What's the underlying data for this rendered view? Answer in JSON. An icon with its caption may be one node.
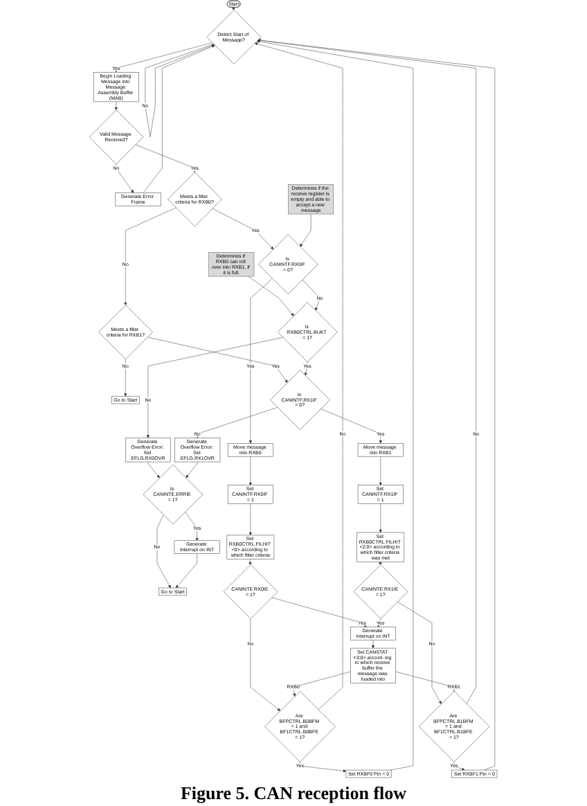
{
  "diagram": {
    "caption": "Figure 5. CAN reception flow",
    "nodes": [
      {
        "text": [
          "Start"
        ]
      },
      {
        "text": [
          "Detect Start of Message?"
        ]
      },
      {
        "text": [
          "Begin Loading Message into Message Assembly Buffer (MAB)"
        ]
      },
      {
        "text": [
          "Generate Error Frame"
        ]
      },
      {
        "text": [
          "Valid Message Received?"
        ]
      },
      {
        "text": [
          "Meets a filter criteria for RXB0?"
        ]
      },
      {
        "text": [
          "Meets a filter criteria for RXB1?"
        ]
      },
      {
        "text": [
          "Go to Start"
        ]
      },
      {
        "text": [
          "Determines if the receive register is empty and able to accept a new message"
        ]
      },
      {
        "text": [
          "Determines if RXB0 can roll over into RXB1, if it is full."
        ]
      },
      {
        "text": [
          "Is CANINTF.RX0IF = 0?"
        ]
      },
      {
        "text": [
          "Is RXB0CTRL.BUKT = 1?"
        ]
      },
      {
        "text": [
          "Is CANINTF.RX1IF = 0?"
        ]
      },
      {
        "text": [
          "Move message into RXB0"
        ]
      },
      {
        "text": [
          "Generate Overflow Error: Set EFLG.RX0OVR"
        ]
      },
      {
        "text": [
          "Generate Overflow Error: Set EFLG.RX1OVR"
        ]
      },
      {
        "text": [
          "Set CANINTF.RX0IF = 1"
        ]
      },
      {
        "text": [
          "Is CANINTE.ERRIE = 1?"
        ]
      },
      {
        "text": [
          "Move message into RXB1"
        ]
      },
      {
        "text": [
          "Set CANINTF.RX1IF = 1"
        ]
      },
      {
        "text": [
          "Set RXB0CTRL.FILHIT <0> according to which filter criteria"
        ]
      },
      {
        "text": [
          "Generate Interrupt on INT"
        ]
      },
      {
        "text": [
          "Go to Start"
        ]
      },
      {
        "text": [
          "Set RXB0CTRL.FILHIT <2:0> according to which filter criteria was met"
        ]
      },
      {
        "text": [
          "CANINTE.RX0IE = 1?"
        ]
      },
      {
        "text": [
          "Generate Interrupt on INT"
        ]
      },
      {
        "text": [
          "CANINTE.RX1IE = 1?"
        ]
      },
      {
        "text": [
          "Set CANSTAT <3:0> accord- ing to which receive buffer the message was loaded into"
        ]
      },
      {
        "text": [
          "Are BFPCTRL.B0BFM = 1 and BF1CTRL.B0BFE = 1?"
        ]
      },
      {
        "text": [
          "Set RXBF0 Pin = 0"
        ]
      },
      {
        "text": [
          "Set RXBF1 Pin = 0"
        ]
      },
      {
        "text": [
          "Are BFPCTRL.B1BFM = 1 and BF1CTRL.B1BFE = 1?"
        ]
      }
    ],
    "edges": [
      {
        "from": 0,
        "to": 1,
        "arrow": "to"
      },
      {
        "from": 1,
        "to": 2,
        "arrow": "to",
        "label": "Yes"
      },
      {
        "from": 1,
        "to": 1,
        "arrow": "to",
        "label": "No"
      },
      {
        "from": 2,
        "to": 4,
        "arrow": "to"
      },
      {
        "from": 4,
        "to": 3,
        "arrow": "to",
        "label": "No"
      },
      {
        "from": 3,
        "to": 1,
        "arrow": "to"
      },
      {
        "from": 4,
        "to": 5,
        "arrow": "to",
        "label": "Yes"
      },
      {
        "from": 5,
        "to": 6,
        "arrow": "to",
        "label": "No"
      },
      {
        "from": 5,
        "to": 10,
        "arrow": "to",
        "label": "Yes"
      },
      {
        "from": 6,
        "to": 7,
        "arrow": "to",
        "label": "No"
      },
      {
        "from": 6,
        "to": 12,
        "arrow": "to",
        "label": "Yes"
      },
      {
        "from": 8,
        "to": 10,
        "arrow": "to"
      },
      {
        "from": 9,
        "to": 11,
        "arrow": "to"
      },
      {
        "from": 10,
        "to": 11,
        "arrow": "to",
        "label": "No"
      },
      {
        "from": 10,
        "to": 13,
        "arrow": "to",
        "label": "Yes"
      },
      {
        "from": 11,
        "to": 12,
        "arrow": "to",
        "label": "Yes"
      },
      {
        "from": 11,
        "to": 14,
        "arrow": "to",
        "label": "No"
      },
      {
        "from": 12,
        "to": 15,
        "arrow": "to",
        "label": "No"
      },
      {
        "from": 12,
        "to": 18,
        "arrow": "to",
        "label": "Yes"
      },
      {
        "from": 14,
        "to": 17,
        "arrow": "to"
      },
      {
        "from": 15,
        "to": 17,
        "arrow": "to"
      },
      {
        "from": 17,
        "to": 21,
        "arrow": "to",
        "label": "Yes"
      },
      {
        "from": 17,
        "to": 22,
        "arrow": "to",
        "label": "No"
      },
      {
        "from": 21,
        "to": 22,
        "arrow": "to"
      },
      {
        "from": 13,
        "to": 16,
        "arrow": "to"
      },
      {
        "from": 18,
        "to": 19,
        "arrow": "to"
      },
      {
        "from": 16,
        "to": 20,
        "arrow": "to"
      },
      {
        "from": 19,
        "to": 23,
        "arrow": "to"
      },
      {
        "from": 20,
        "to": 24,
        "arrow": "to"
      },
      {
        "from": 23,
        "to": 26,
        "arrow": "to"
      },
      {
        "from": 24,
        "to": 25,
        "arrow": "to",
        "label": "Yes"
      },
      {
        "from": 26,
        "to": 25,
        "arrow": "to",
        "label": "Yes"
      },
      {
        "from": 24,
        "to": 28,
        "arrow": "to",
        "label": "No"
      },
      {
        "from": 26,
        "to": 31,
        "arrow": "to",
        "label": "No"
      },
      {
        "from": 25,
        "to": 27,
        "arrow": "to"
      },
      {
        "from": 27,
        "to": 28,
        "arrow": "to",
        "label": "RXB0"
      },
      {
        "from": 27,
        "to": 31,
        "arrow": "to",
        "label": "RXB1"
      },
      {
        "from": 28,
        "to": 29,
        "arrow": "to",
        "label": "Yes"
      },
      {
        "from": 31,
        "to": 30,
        "arrow": "to",
        "label": "Yes"
      },
      {
        "from": 28,
        "to": 1,
        "arrow": "to",
        "label": "No"
      },
      {
        "from": 29,
        "to": 1,
        "arrow": "to"
      },
      {
        "from": 30,
        "to": 1,
        "arrow": "to"
      },
      {
        "from": 31,
        "to": 1,
        "arrow": "to",
        "label": "No"
      }
    ]
  }
}
